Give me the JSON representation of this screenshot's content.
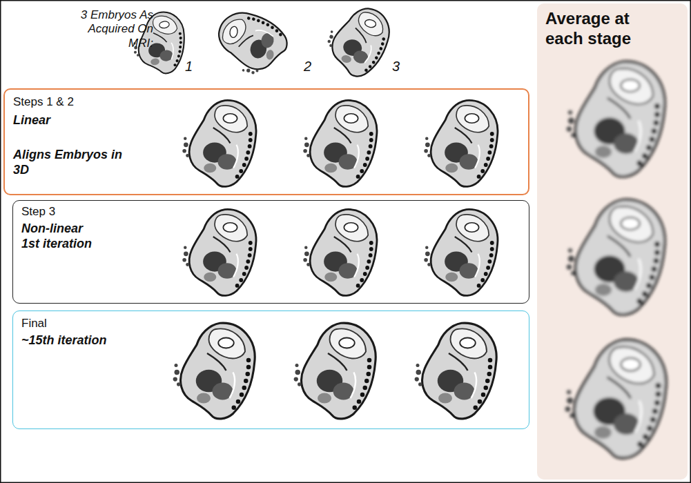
{
  "diagram": {
    "nodes": [
      {
        "text": [
          "Steps 1 & 2",
          "Linear",
          "Aligns Embryos in 3D"
        ]
      },
      {
        "text": [
          "Step 3",
          "Non-linear 1st iteration"
        ]
      },
      {
        "text": [
          "Final",
          "~15th iteration"
        ]
      },
      {
        "text": [
          "Average at each stage"
        ]
      }
    ],
    "labels": [
      "3 Embryos As Acquired On MRI:",
      "1",
      "2",
      "3"
    ]
  }
}
